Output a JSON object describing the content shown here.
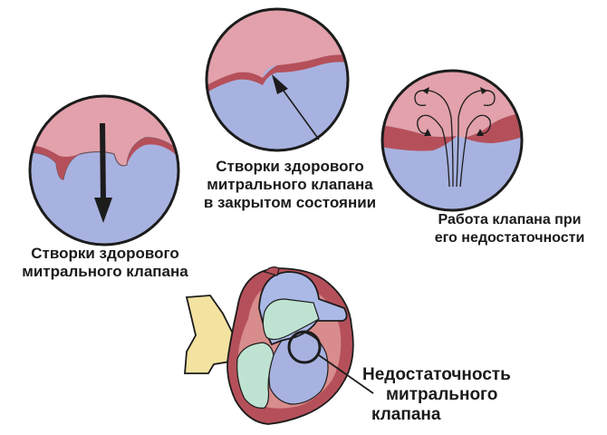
{
  "captions": {
    "healthy_valve": [
      "Створки здорового",
      "митрального клапана"
    ],
    "closed_valve": [
      "Створки здорового",
      "митрального клапана",
      "в закрытом состоянии"
    ],
    "insufficiency_flow": [
      "Работа клапана при",
      "его недостаточности"
    ],
    "insufficiency": [
      "Недостаточность",
      "митрального",
      "клапана"
    ]
  },
  "colors": {
    "outline": "#1c1c1c",
    "atrium_pink": "#e2a1ab",
    "ventricle_blue": "#a8b2e0",
    "muscle_red": "#b5505a",
    "muscle_light": "#d88c8c",
    "aorta_yellow": "#f3e2a0",
    "teal": "#bfe3d2",
    "vessel_blue": "#aab9e6"
  },
  "icons": {
    "down_arrow": "arrow-down-icon",
    "up_arrow": "arrow-up-icon",
    "swirl_arrows": "swirl-arrow-icon",
    "magnifier": "zoom-circle-icon"
  }
}
